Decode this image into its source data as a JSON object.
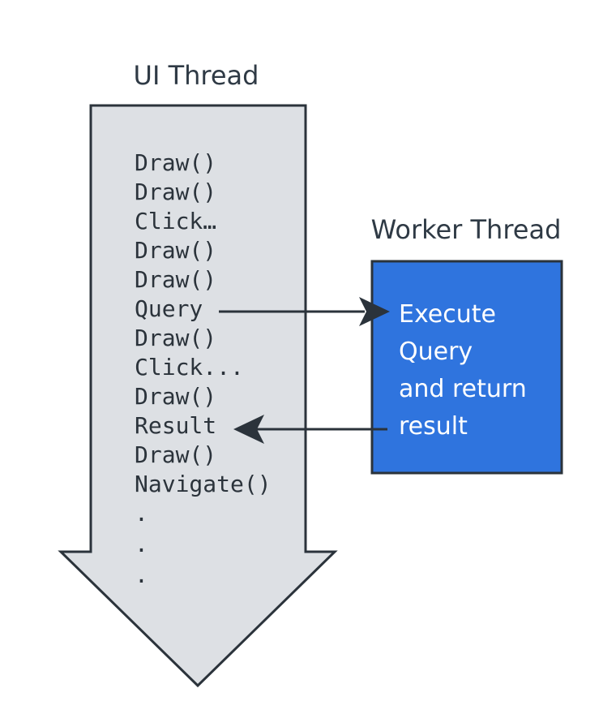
{
  "ui_thread": {
    "title": "UI Thread",
    "lines": [
      "Draw()",
      "Draw()",
      "Click…",
      "Draw()",
      "Draw()",
      "Query",
      "Draw()",
      "Click...",
      "Draw()",
      "Result",
      "Draw()",
      "Navigate()",
      ".",
      ".",
      "."
    ]
  },
  "worker_thread": {
    "title": "Worker Thread",
    "lines": [
      "Execute",
      "Query",
      "and return",
      "result"
    ]
  },
  "colors": {
    "ui_arrow_fill": "#dde0e4",
    "ui_arrow_stroke": "#2b333b",
    "worker_box_fill": "#2f74de",
    "worker_box_stroke": "#2b333b",
    "connector": "#2b333b"
  }
}
